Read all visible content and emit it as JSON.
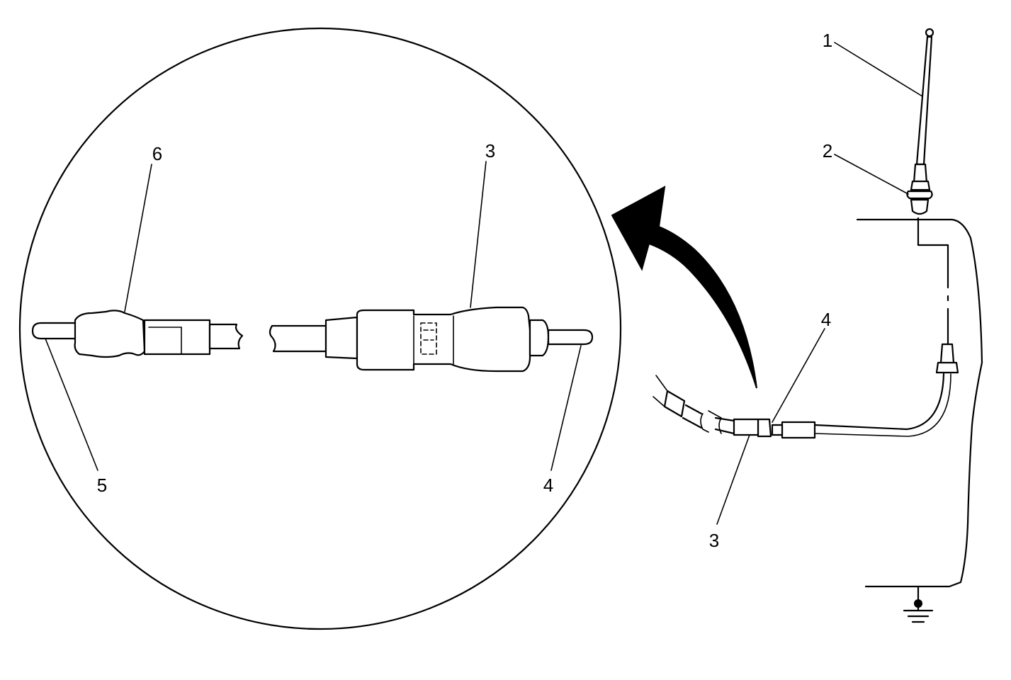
{
  "callouts": {
    "antenna_mast": "1",
    "antenna_base": "2",
    "cable_connector_main": "3",
    "cable_connector_detail": "3",
    "plug_tip_main": "4",
    "plug_tip_detail": "4",
    "plug_tip_left": "5",
    "plug_body_left": "6"
  },
  "colors": {
    "line": "#000000",
    "background": "#ffffff"
  },
  "icons": [
    "ground-symbol-icon",
    "curved-arrow-icon"
  ]
}
